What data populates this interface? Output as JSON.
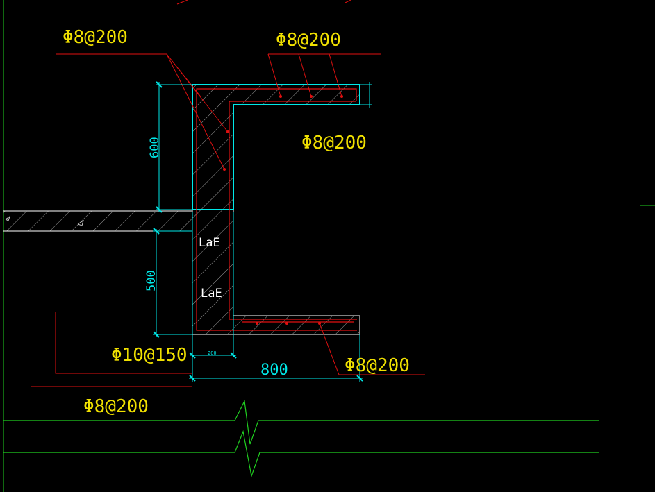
{
  "drawing": {
    "colors": {
      "background": "#000000",
      "outline": "#00e8e8",
      "rebar": "#e01010",
      "rebar_label": "#f0e000",
      "grid_line": "#20d020",
      "text": "#ffffff",
      "hatch": "#c8c8c8"
    },
    "labels": {
      "rebar_top_left": "Φ8@200",
      "rebar_top_right": "Φ8@200",
      "rebar_mid_right": "Φ8@200",
      "rebar_bottom_right": "Φ8@200",
      "rebar_bottom_left": "Φ8@200",
      "rebar_wall_vertical": "Φ10@150",
      "anchor_upper": "LaE",
      "anchor_lower": "LaE"
    },
    "dimensions": {
      "upper_height": "600",
      "lower_height": "500",
      "wall_thickness": "200",
      "bottom_length": "800"
    }
  }
}
